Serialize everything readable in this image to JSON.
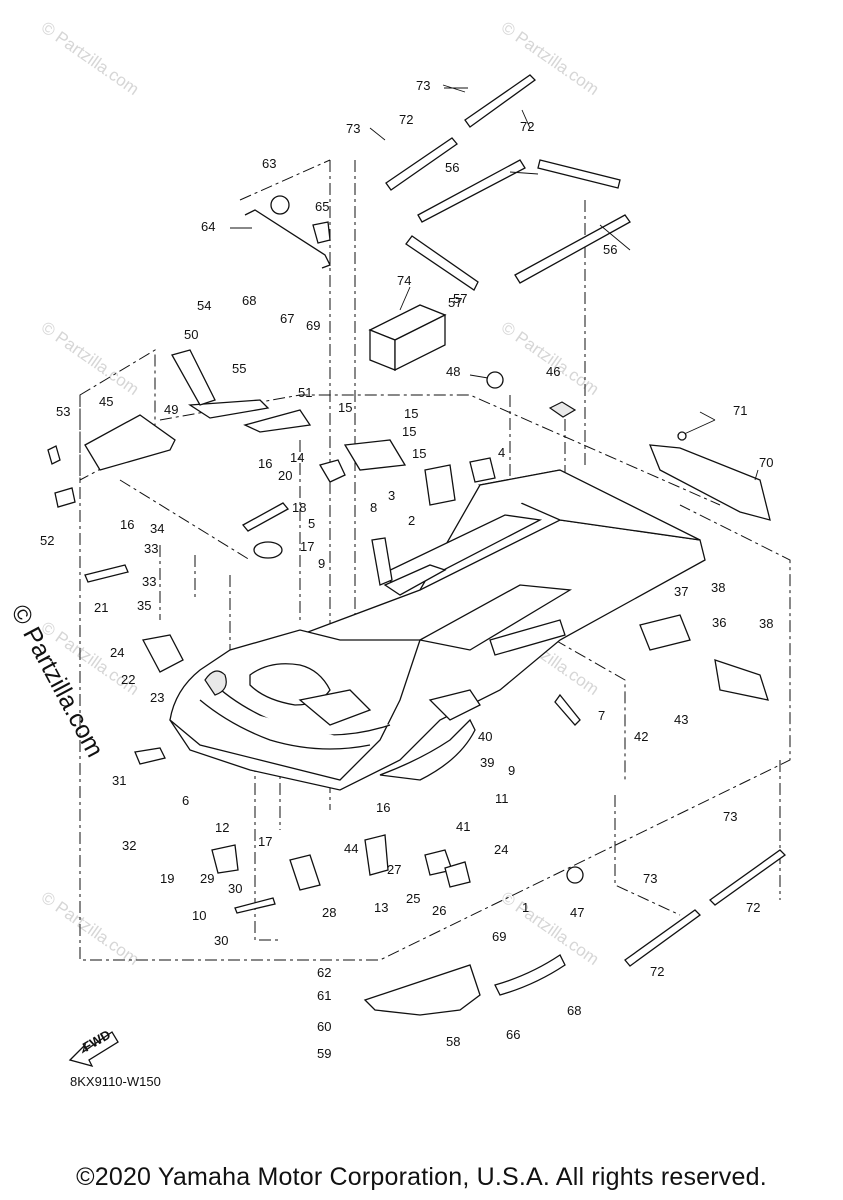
{
  "diagram_code": "8KX9110-W150",
  "copyright": "©2020 Yamaha Motor Corporation, U.S.A. All rights reserved.",
  "side_watermark": "© Partzilla.com",
  "faint_watermark": "© Partzilla.com",
  "fwd_label": "FWD",
  "callouts": [
    "1",
    "2",
    "3",
    "4",
    "5",
    "6",
    "7",
    "8",
    "9",
    "9",
    "10",
    "11",
    "12",
    "13",
    "14",
    "15",
    "15",
    "15",
    "15",
    "16",
    "16",
    "16",
    "17",
    "17",
    "18",
    "19",
    "20",
    "21",
    "22",
    "23",
    "24",
    "24",
    "25",
    "26",
    "27",
    "28",
    "29",
    "30",
    "30",
    "31",
    "32",
    "33",
    "33",
    "34",
    "35",
    "36",
    "37",
    "38",
    "38",
    "39",
    "40",
    "41",
    "42",
    "43",
    "44",
    "45",
    "46",
    "47",
    "48",
    "49",
    "50",
    "51",
    "52",
    "53",
    "54",
    "55",
    "56",
    "56",
    "57",
    "57",
    "58",
    "59",
    "60",
    "61",
    "62",
    "63",
    "64",
    "65",
    "66",
    "67",
    "68",
    "68",
    "69",
    "69",
    "70",
    "71",
    "72",
    "72",
    "72",
    "72",
    "73",
    "73",
    "73",
    "73",
    "74"
  ]
}
